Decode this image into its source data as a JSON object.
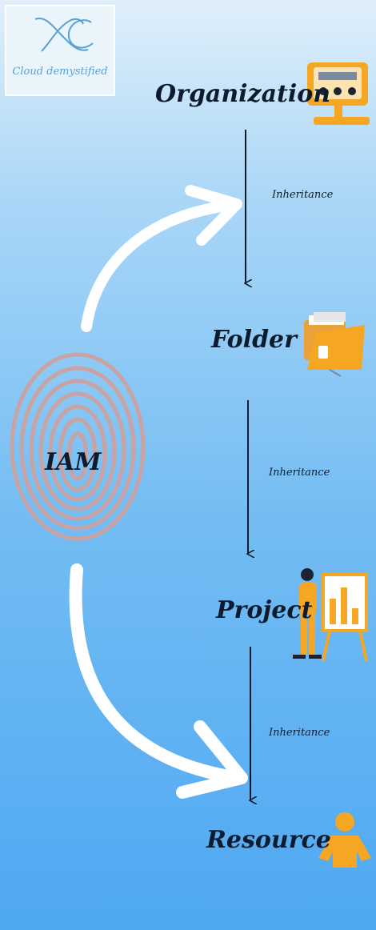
{
  "logo": {
    "monogram": "XC",
    "tagline": "Cloud demystified"
  },
  "center": {
    "label": "IAM",
    "icon": "fingerprint-icon"
  },
  "hierarchy": [
    {
      "label": "Organization",
      "icon": "computer-icon"
    },
    {
      "label": "Folder",
      "icon": "folder-icon"
    },
    {
      "label": "Project",
      "icon": "presenter-board-icon"
    },
    {
      "label": "Resource",
      "icon": "person-icon"
    }
  ],
  "edges": [
    {
      "label": "Inheritance"
    },
    {
      "label": "Inheritance"
    },
    {
      "label": "Inheritance"
    }
  ],
  "colors": {
    "background_top": "#dfeffa",
    "background_bottom": "#4fa8f2",
    "accent_orange": "#f5a623",
    "fingerprint": "#c9a3a3",
    "curve_arrow": "#ffffff",
    "text": "#0d1b2e"
  }
}
